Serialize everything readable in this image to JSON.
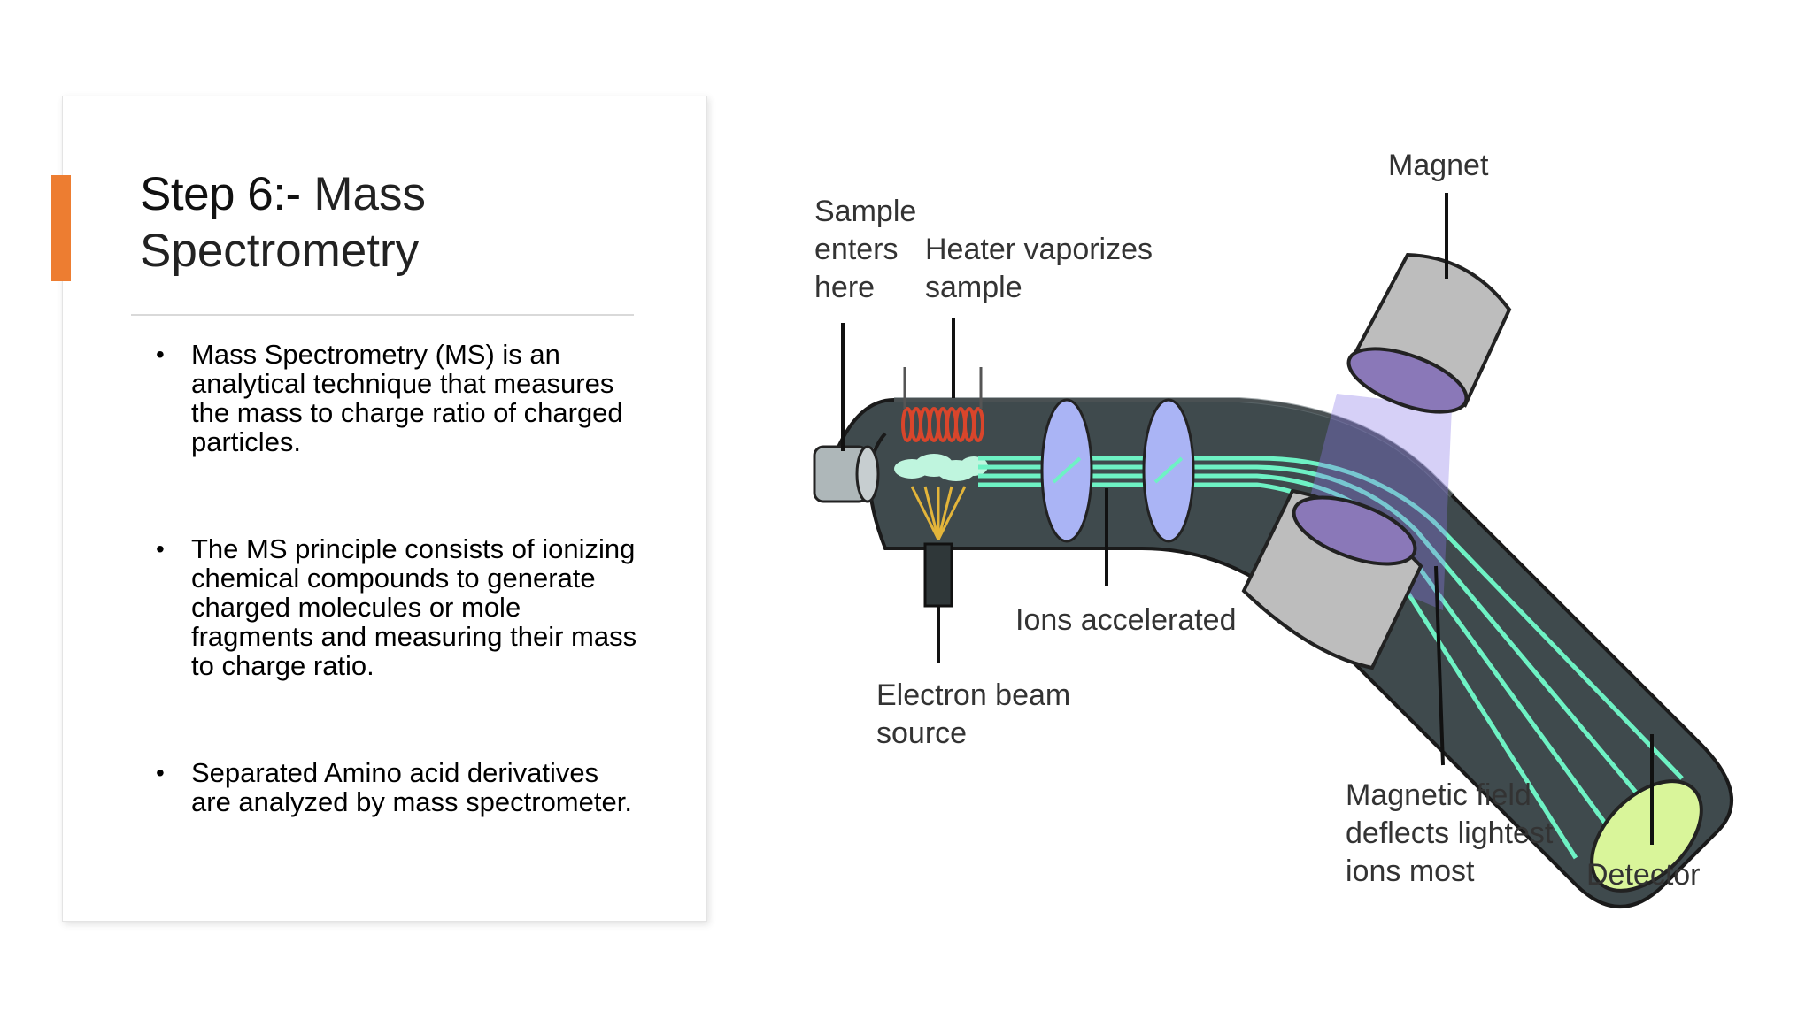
{
  "slide": {
    "title_strong": "Step 6:-",
    "title_light": " Mass Spectrometry",
    "bullets": [
      "Mass Spectrometry (MS) is an analytical technique that measures the mass to charge ratio of charged particles.",
      "The MS principle consists of ionizing chemical compounds to generate charged molecules or mole fragments and measuring their mass to charge ratio.",
      "Separated Amino acid derivatives are analyzed by mass spectrometer."
    ],
    "accent_color": "#ed7d31"
  },
  "diagram": {
    "labels": {
      "sample_1": "Sample",
      "sample_2": "enters",
      "sample_3": "here",
      "heater_1": "Heater vaporizes",
      "heater_2": "sample",
      "magnet": "Magnet",
      "electron_1": "Electron beam",
      "electron_2": "source",
      "ions": "Ions accelerated",
      "field_1": "Magnetic field",
      "field_2": "deflects lightest",
      "field_3": "ions most",
      "detector": "Detector"
    },
    "colors": {
      "tube": "#3f4a4d",
      "beam": "#6ef2c4",
      "plate": "#aab4f5",
      "magnet": "#b8b8b8",
      "magnet_face": "#8a78b8",
      "detector": "#d9f59a",
      "coil": "#d9452b"
    }
  }
}
